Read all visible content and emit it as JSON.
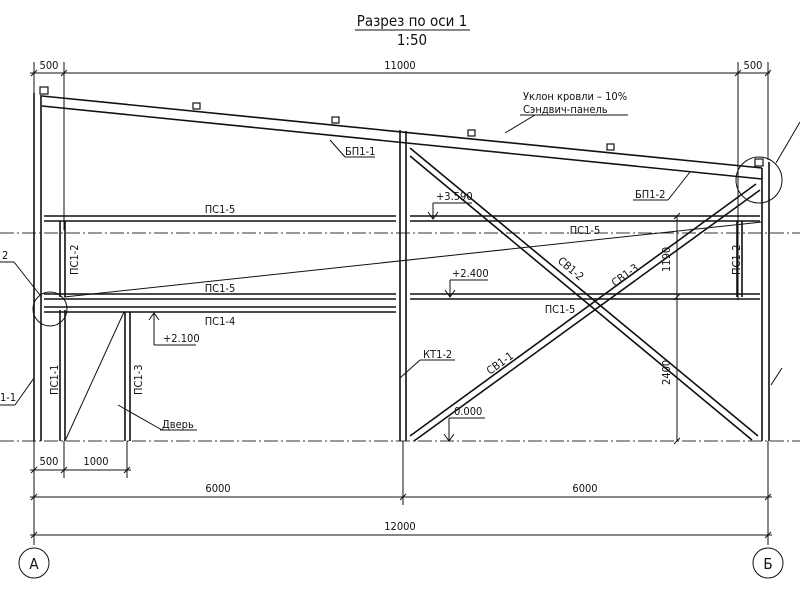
{
  "title": "Разрез по оси 1",
  "scale": "1:50",
  "dimensions": {
    "top_left": "500",
    "top_span": "11000",
    "top_right": "500",
    "bottom_500": "500",
    "bottom_1000": "1000",
    "bay_left": "6000",
    "bay_right": "6000",
    "total": "12000",
    "vert_1190": "1190",
    "vert_2400": "2400"
  },
  "elevations": {
    "e3590": "+3.590",
    "e2400": "+2.400",
    "e2100": "+2.100",
    "e0000": "0.000"
  },
  "notes": {
    "roof_slope": "Уклон кровли – 10%",
    "roof_panel": "Сэндвич-панель",
    "door": "Дверь"
  },
  "members": {
    "bp1_1": "БП1-1",
    "bp1_2": "БП1-2",
    "ps1_5_top": "ПС1-5",
    "ps1_5_dash": "ПС1-5",
    "ps1_5_mid": "ПС1-5",
    "ps1_5_cross": "ПС1-5",
    "ps1_4": "ПС1-4",
    "ps1_2_left": "ПС1-2",
    "ps1_2_right": "ПС1-2",
    "ps1_1": "ПС1-1",
    "ps1_3": "ПС1-3",
    "kt1_2": "КТ1-2",
    "sv1_1": "СВ1-1",
    "sv1_2": "СВ1-2",
    "sv1_3": "СВ1-3",
    "left_cut_1": "1-1",
    "left_cut_2": "2"
  },
  "axes": {
    "a": "А",
    "b": "Б"
  }
}
